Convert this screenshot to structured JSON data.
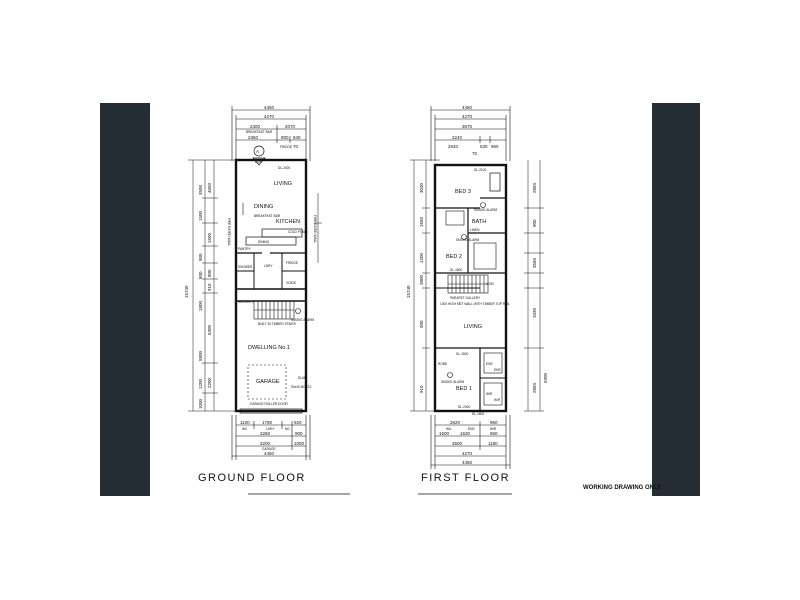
{
  "ground_floor": {
    "title": "GROUND FLOOR",
    "top_dims": [
      "4450",
      "4270",
      "2300",
      "2070",
      "2360",
      "900",
      "840",
      "70"
    ],
    "top_notes": [
      "BREAKFAST BAR",
      "FRIDGE"
    ],
    "vertical_dims": [
      "15740",
      "3500",
      "4650",
      "1500",
      "1500",
      "900",
      "800",
      "800",
      "910",
      "1800",
      "6300",
      "5800",
      "2200",
      "1200",
      "1000"
    ],
    "bottom_dims": [
      "1100",
      "1790",
      "920",
      "3260",
      "900",
      "3200",
      "1000",
      "4450"
    ],
    "bottom_notes": [
      "WC",
      "LDRY",
      "MC",
      "GARAGE"
    ],
    "rooms": [
      "LIVING",
      "DINING",
      "KITCHEN",
      "BREAKFAST BAR",
      "LDRY",
      "DWELLING No.1",
      "GARAGE"
    ],
    "notes": [
      "DL-2400",
      "FIRE RATED WALL",
      "FIRE RATED WALL",
      "PANTRY",
      "SHOWER",
      "COLD POWR",
      "BUILT IN TIMBER STAIRS",
      "SMOKE ALARM",
      "SECURITY",
      "DINING",
      "FRIDGE",
      "VOIDS",
      "GARAGE ROLLER DOOR",
      "90x45 MGP12",
      "SLAB"
    ],
    "section_marker": {
      "label": "A",
      "sheet": "A1/4"
    }
  },
  "first_floor": {
    "title": "FIRST FLOOR",
    "top_dims": [
      "4450",
      "4270",
      "3670",
      "3240",
      "2640",
      "530",
      "960",
      "70"
    ],
    "vertical_dims": [
      "15740",
      "3030",
      "1650",
      "1200",
      "3800",
      "900",
      "910",
      "2850",
      "900",
      "3560",
      "1030",
      "5900",
      "2850"
    ],
    "bottom_dims": [
      "2620",
      "960",
      "1500",
      "1630",
      "960",
      "3500",
      "1180",
      "4270",
      "4450"
    ],
    "bottom_notes": [
      "WIL",
      "ENS",
      "W/R"
    ],
    "rooms": [
      "BED 3",
      "BATH",
      "BED 2",
      "LIVING",
      "BED 1",
      "ENS",
      "WIR"
    ],
    "notes": [
      "DL-2100",
      "SMOKE ALARM",
      "LINEN",
      "VOID",
      "SMOKE ALARM",
      "DL-1800",
      "PARAPET GALLERY",
      "1000 HIGH MET WALL WITH TIMBER TOP RAIL",
      "DL-1500",
      "SMOKE ALARM",
      "ROBE",
      "DL-2400",
      "ENS",
      "W/R",
      "DL-1800"
    ]
  },
  "note": "WORKING DRAWING ONLY"
}
